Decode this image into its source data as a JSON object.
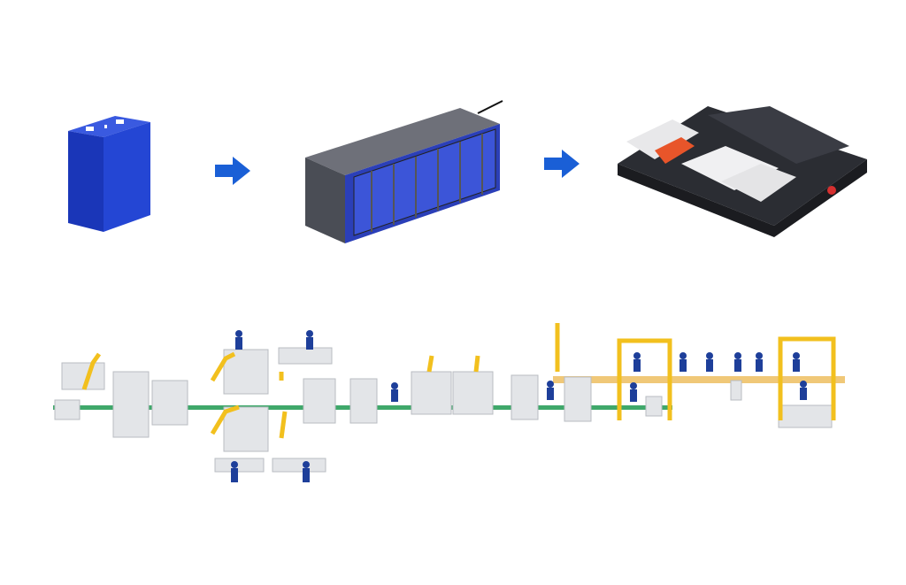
{
  "diagram": {
    "stages": [
      {
        "id": "cell",
        "icon": "battery-cell-icon"
      },
      {
        "id": "module",
        "icon": "battery-module-icon"
      },
      {
        "id": "pack",
        "icon": "battery-pack-icon"
      }
    ],
    "connector": "arrow-right-icon",
    "production_line": {
      "icon": "assembly-line-icon"
    }
  },
  "colors": {
    "cell_blue": "#1f3fc8",
    "arrow_blue": "#1a5fd6",
    "module_frame": "#4a4d55",
    "pack_dark": "#2b2d33",
    "pack_orange": "#e8552a",
    "robot_yellow": "#f2c01e",
    "worker_blue": "#1e3f9a",
    "conveyor_green": "#3fa86a",
    "machine_gray": "#e3e5e8"
  }
}
